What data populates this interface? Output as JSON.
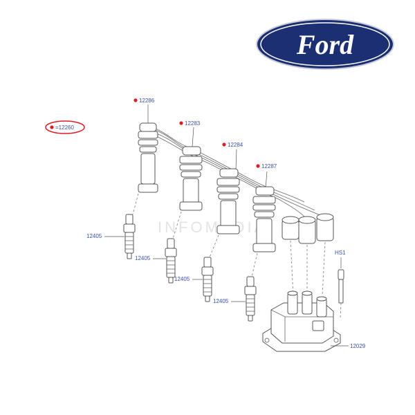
{
  "brand": {
    "logo_text": "Ford",
    "logo_color": "#1c2f73",
    "logo_outline": "#ffffff"
  },
  "watermark": "INFOMEDIA",
  "highlight_color": "#e01b24",
  "callouts": {
    "main_set": "=12260",
    "wire_1": "12286",
    "wire_2": "12283",
    "wire_3": "12284",
    "wire_4": "12287",
    "plug_1": "12405",
    "plug_2": "12405",
    "plug_3": "12405",
    "plug_4": "12405",
    "hs": "HS1",
    "coil": "12029"
  }
}
